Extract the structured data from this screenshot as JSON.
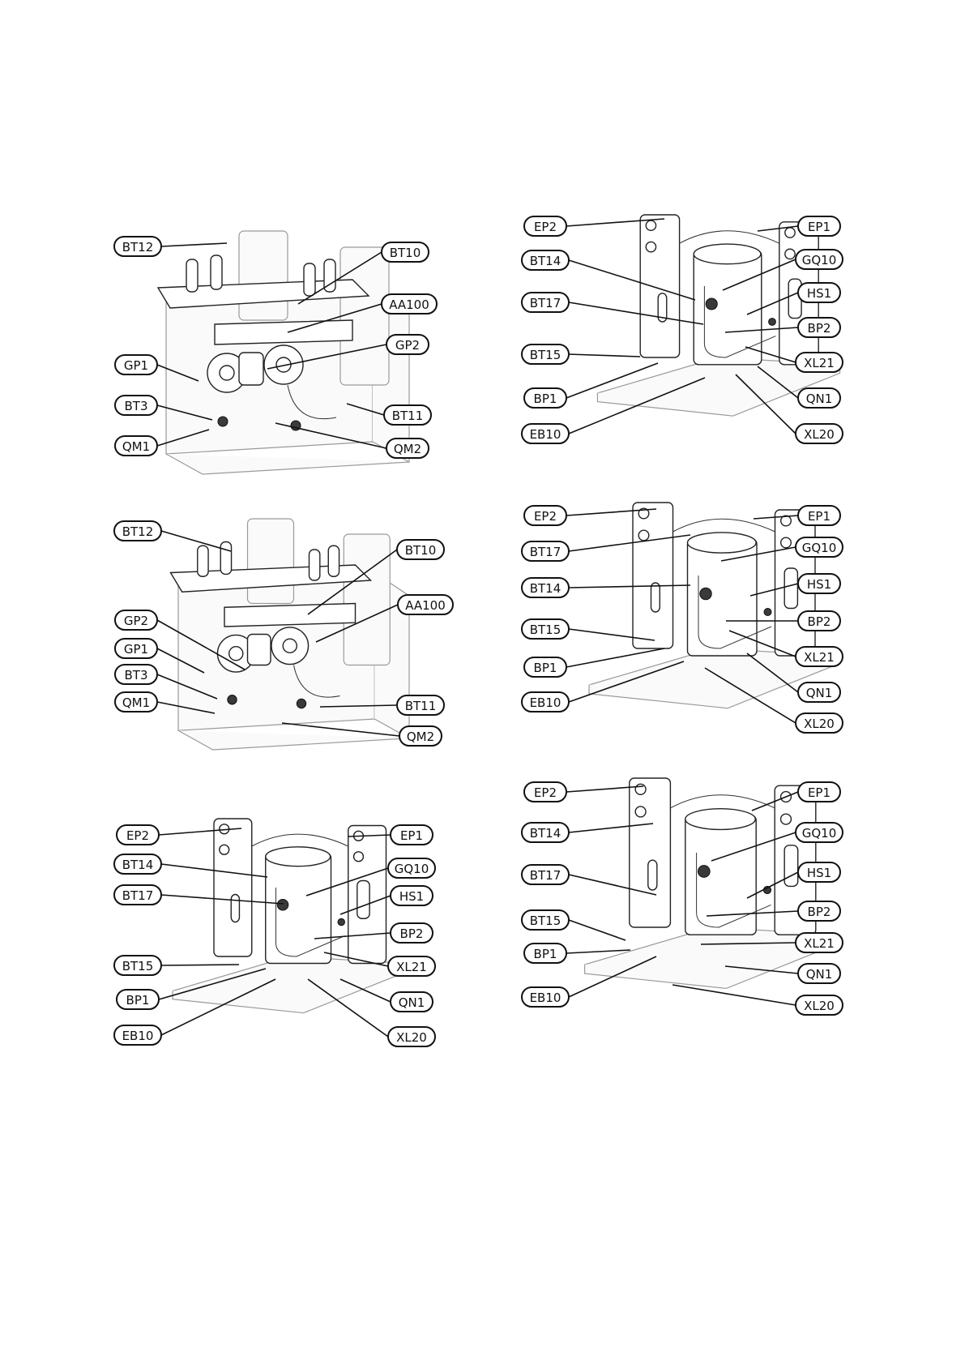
{
  "figures": [
    {
      "id": "fig-1",
      "callouts": [
        "BT12",
        "BT10",
        "AA100",
        "GP1",
        "GP2",
        "BT3",
        "BT11",
        "QM1",
        "QM2"
      ]
    },
    {
      "id": "fig-2",
      "callouts": [
        "BT12",
        "BT10",
        "AA100",
        "GP2",
        "GP1",
        "BT3",
        "QM1",
        "BT11",
        "QM2"
      ]
    },
    {
      "id": "fig-3",
      "callouts": [
        "EP2",
        "EP1",
        "BT14",
        "GQ10",
        "BT17",
        "HS1",
        "BP2",
        "BT15",
        "XL21",
        "BP1",
        "QN1",
        "EB10",
        "XL20"
      ]
    },
    {
      "id": "fig-4",
      "callouts": [
        "EP2",
        "EP1",
        "BT17",
        "GQ10",
        "BT14",
        "HS1",
        "BP2",
        "BT15",
        "XL21",
        "BP1",
        "QN1",
        "XL20",
        "EB10"
      ]
    },
    {
      "id": "fig-5",
      "callouts": [
        "EP2",
        "EP1",
        "BT14",
        "GQ10",
        "BT17",
        "HS1",
        "BP2",
        "BT15",
        "XL21",
        "BP1",
        "QN1",
        "EB10",
        "XL20"
      ]
    },
    {
      "id": "fig-6",
      "callouts": [
        "EP2",
        "EP1",
        "BT14",
        "GQ10",
        "BT17",
        "HS1",
        "BP2",
        "BT15",
        "XL21",
        "BP1",
        "QN1",
        "EB10",
        "XL20"
      ]
    }
  ]
}
